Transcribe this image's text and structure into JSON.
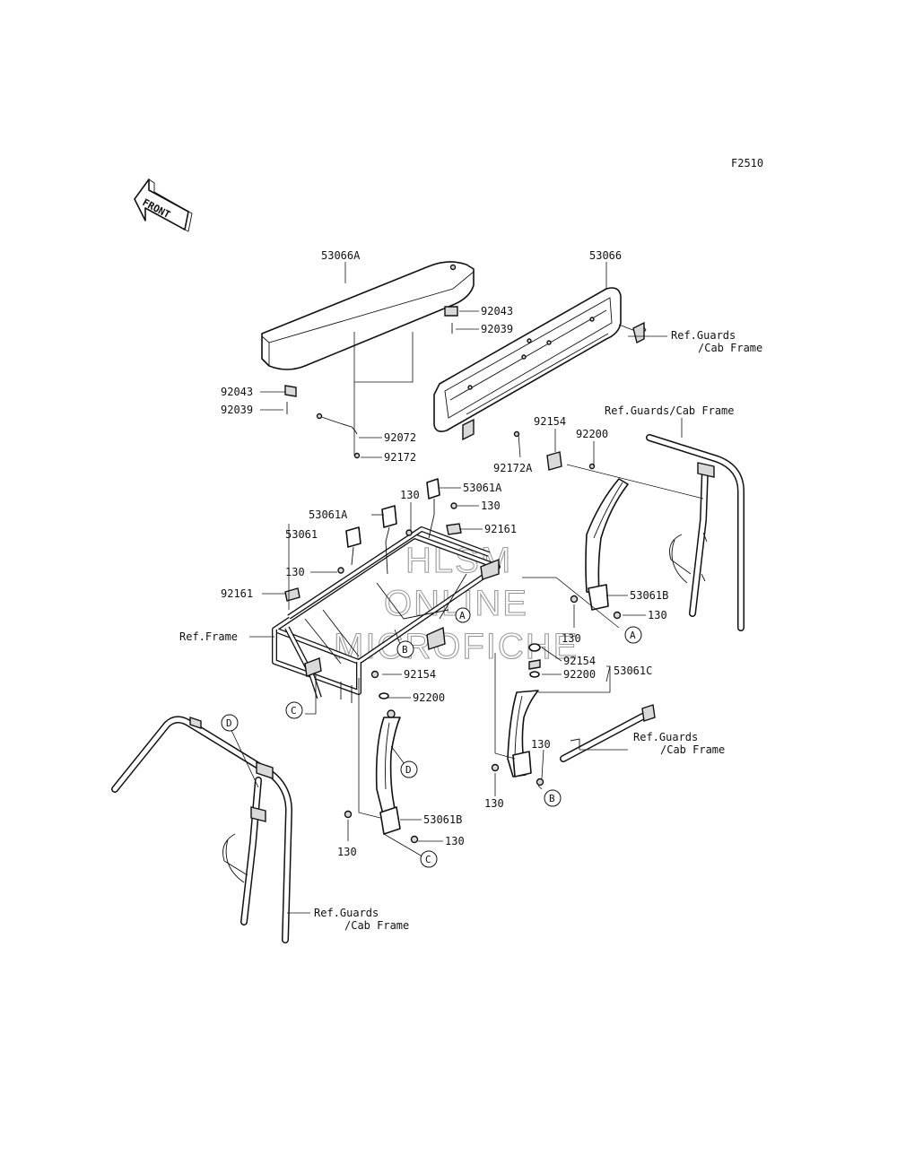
{
  "diagram": {
    "figure_code": "F2510",
    "direction_label": "FRONT",
    "watermark": [
      "HLSM",
      "ONLINE",
      "MICROFICHE"
    ],
    "labels": {
      "p53066A": "53066A",
      "p53066": "53066",
      "p92043_a": "92043",
      "p92039_a": "92039",
      "p92043_b": "92043",
      "p92039_b": "92039",
      "p92072": "92072",
      "p92172": "92172",
      "p92172A": "92172A",
      "p92154_a": "92154",
      "p92200_a": "92200",
      "p53061A_a": "53061A",
      "p130_a": "130",
      "p130_b": "130",
      "p53061A_b": "53061A",
      "p92161_a": "92161",
      "p53061": "53061",
      "p130_c": "130",
      "p92161_b": "92161",
      "p53061B_a": "53061B",
      "p130_d": "130",
      "p130_e": "130",
      "p92154_b": "92154",
      "p92200_b": "92200",
      "p53061C": "53061C",
      "p92154_c": "92154",
      "p92200_c": "92200",
      "p130_f": "130",
      "p130_g": "130",
      "p53061B_b": "53061B",
      "p130_h": "130",
      "p130_i": "130",
      "ref_guards_1_l1": "Ref.Guards",
      "ref_guards_1_l2": "/Cab Frame",
      "ref_guards_2": "Ref.Guards/Cab Frame",
      "ref_frame": "Ref.Frame",
      "ref_guards_3_l1": "Ref.Guards",
      "ref_guards_3_l2": "/Cab Frame",
      "ref_guards_4_l1": "Ref.Guards",
      "ref_guards_4_l2": "/Cab Frame"
    },
    "callouts": {
      "A_1": "A",
      "A_2": "A",
      "B_1": "B",
      "B_2": "B",
      "C_1": "C",
      "C_2": "C",
      "D_1": "D",
      "D_2": "D"
    }
  }
}
